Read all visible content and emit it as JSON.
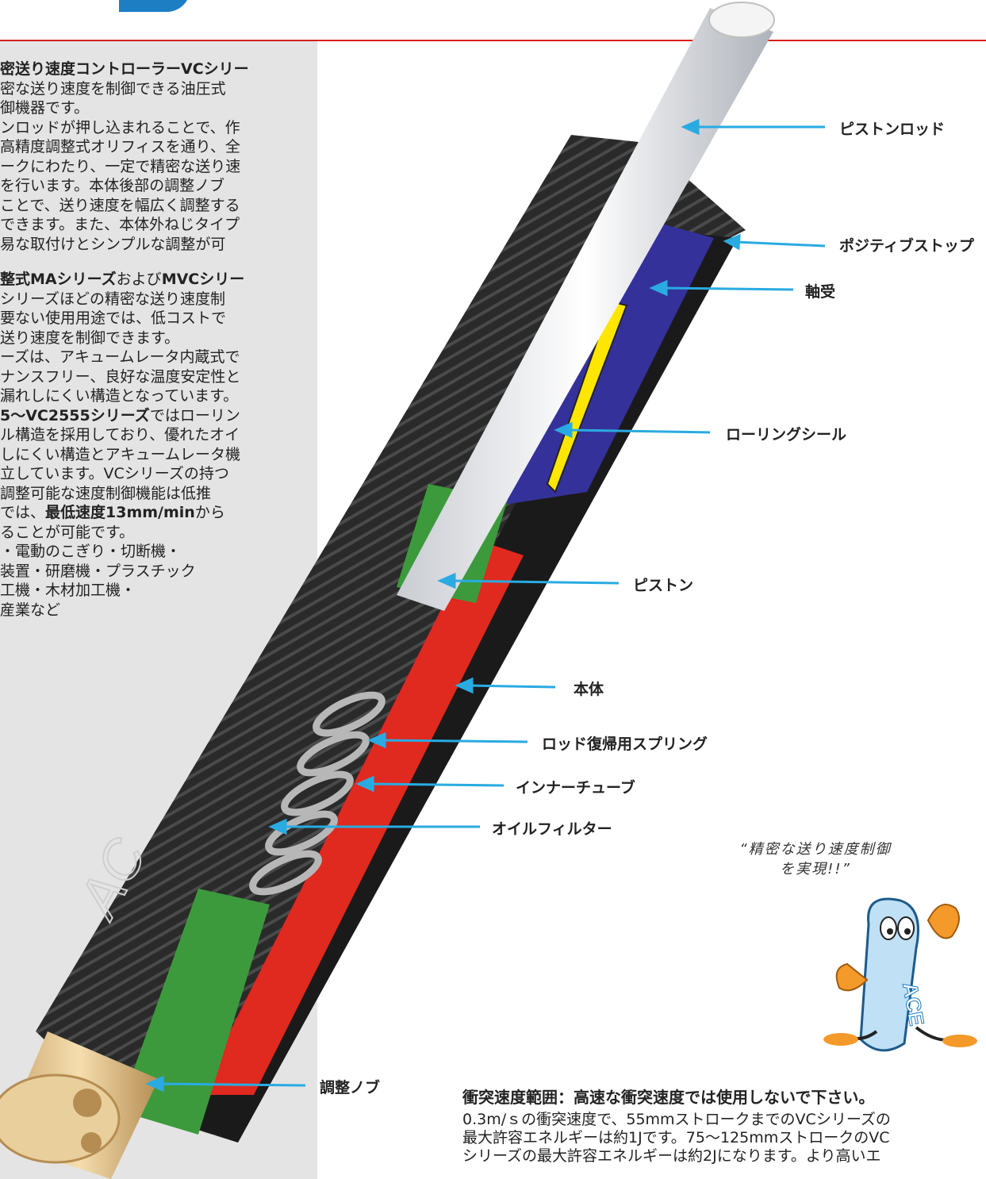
{
  "colors": {
    "accent_blue": "#1d7ec4",
    "rule_red": "#d81e1e",
    "arrow_blue": "#29abe2",
    "panel_gray": "#e4e4e4"
  },
  "intro": {
    "title": "密送り速度コントローラーVCシリー",
    "lines": [
      "密な送り速度を制御できる油圧式",
      "御機器です。",
      "ンロッドが押し込まれることで、作",
      "高精度調整式オリフィスを通り、全",
      "ークにわたり、一定で精密な送り速",
      "を行います。本体後部の調整ノブ",
      "ことで、送り速度を幅広く調整する",
      "できます。また、本体外ねじタイプ",
      "易な取付けとシンプルな調整が可"
    ]
  },
  "series": {
    "title_bold_1": "整式MAシリーズ",
    "title_mid": "および",
    "title_bold_2": "MVCシリー",
    "lines_a": [
      "シリーズほどの精密な送り速度制",
      "要ない使用用途では、低コストで",
      "送り速度を制御できます。",
      "ーズは、アキュームレータ内蔵式で",
      "ナンスフリー、良好な温度安定性と",
      "漏れしにくい構造となっています。"
    ],
    "rolling_bold": "5〜VC2555シリーズ",
    "rolling_rest": "ではローリン",
    "lines_b": [
      "ル構造を採用しており、優れたオイ",
      "しにくい構造とアキュームレータ機",
      "立しています。VCシリーズの持つ",
      "調整可能な速度制御機能は低推"
    ],
    "speed_prefix": "では、",
    "speed_bold": "最低速度13mm/min",
    "speed_suffix": "から",
    "lines_c": [
      "ることが可能です。",
      "・電動のこぎり・切断機・",
      "装置・研磨機・プラスチック",
      "工機・木材加工機・",
      "産業など"
    ]
  },
  "labels": {
    "piston_rod": "ピストンロッド",
    "positive_stop": "ポジティブストップ",
    "bearing": "軸受",
    "rolling_seal": "ローリングシール",
    "piston": "ピストン",
    "body": "本体",
    "return_spring": "ロッド復帰用スプリング",
    "inner_tube": "インナーチューブ",
    "oil_filter": "オイルフィルター",
    "adjust_knob": "調整ノブ"
  },
  "quote": {
    "line1": "“精密な送り速度制御",
    "line2": "を実現!!”"
  },
  "mascot": {
    "letters": "ACE"
  },
  "body_engraving": "AC",
  "impact": {
    "title": "衝突速度範囲：高速な衝突速度では使用しないで下さい。",
    "lines": [
      "0.3m/ｓの衝突速度で、55mmストロークまでのVCシリーズの",
      "最大許容エネルギーは約1Jです。75〜125mmストロークのVC",
      "シリーズの最大許容エネルギーは約2Jになります。より高いエ"
    ]
  }
}
